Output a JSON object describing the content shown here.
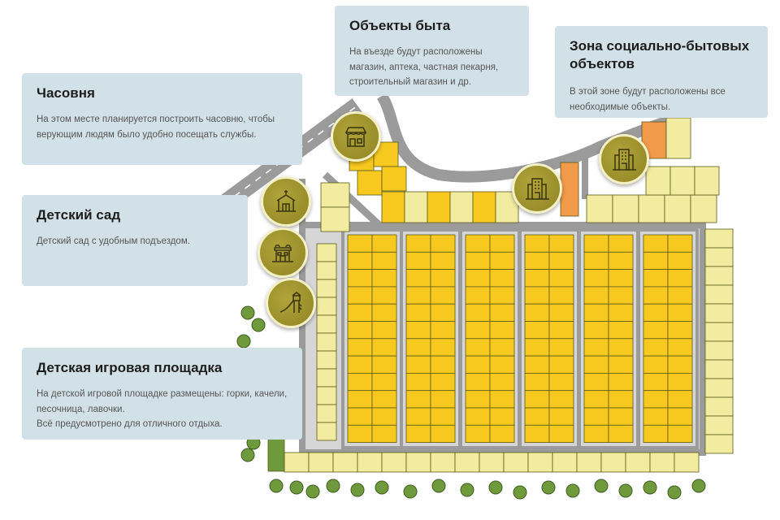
{
  "cards": {
    "chapel": {
      "title": "Часовня",
      "text": "На этом месте планируется построить часовню, чтобы верующим людям было удобно посещать службы."
    },
    "kindergarten": {
      "title": "Детский сад",
      "text": "Детский сад с удобным подъездом."
    },
    "playground": {
      "title": "Детская игровая площадка",
      "text_lines": [
        "На детской игровой площадке размещены: горки, качели, песочница, лавочки.",
        "Всё предусмотрено для отличного отдыха."
      ]
    },
    "household": {
      "title": "Объекты быта",
      "text": "На въезде будут расположены магазин, аптека, частная пекарня, строительный магазин и др."
    },
    "social_zone": {
      "title": "Зона социально-бытовых объектов",
      "text": "В этой зоне будут расположены все необходимые объекты."
    }
  },
  "pins": [
    {
      "id": "chapel",
      "icon": "chapel-icon"
    },
    {
      "id": "kindergarten",
      "icon": "kindergarten-icon"
    },
    {
      "id": "playground",
      "icon": "playground-slide-icon"
    },
    {
      "id": "household",
      "icon": "shop-icon"
    },
    {
      "id": "social-1",
      "icon": "apartment-building-icon"
    },
    {
      "id": "social-2",
      "icon": "apartment-building-icon"
    }
  ],
  "colors": {
    "card_bg": "#d2e1e8",
    "road": "#9b9b9b",
    "lot_yellow": "#f7c81e",
    "lot_pale": "#f2eca0",
    "lot_orange": "#f09a4a",
    "green": "#6f9a3c",
    "pin": "#a0942e"
  }
}
